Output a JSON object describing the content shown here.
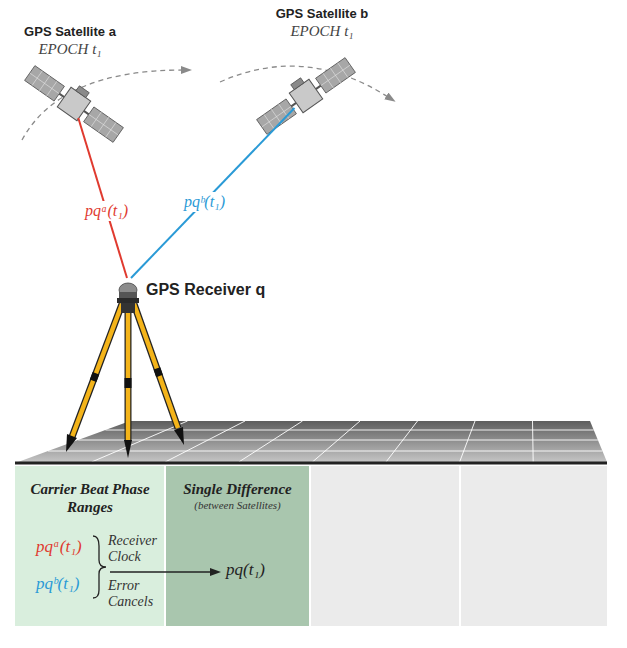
{
  "diagram": {
    "nodes": [
      {
        "text": [
          "GPS Satellite a",
          "EPOCH t₁"
        ]
      },
      {
        "text": [
          "GPS Satellite b",
          "EPOCH t₁"
        ]
      },
      {
        "text": [
          "GPS Receiver q"
        ]
      },
      {
        "text": [
          "Carrier Beat Phase Ranges"
        ]
      },
      {
        "text": [
          "Single Difference",
          "(between Satellites)"
        ]
      }
    ],
    "edges": [
      {
        "from": 2,
        "to": 0,
        "arrow": "none",
        "label": "pqᵃ(t₁)"
      },
      {
        "from": 2,
        "to": 1,
        "arrow": "none",
        "label": "pqᵇ(t₁)"
      }
    ],
    "labels": [
      "pqᵃ(t₁)",
      "pqᵇ(t₁)",
      "Receiver Clock",
      "Error Cancels",
      "pq(t₁)"
    ]
  }
}
